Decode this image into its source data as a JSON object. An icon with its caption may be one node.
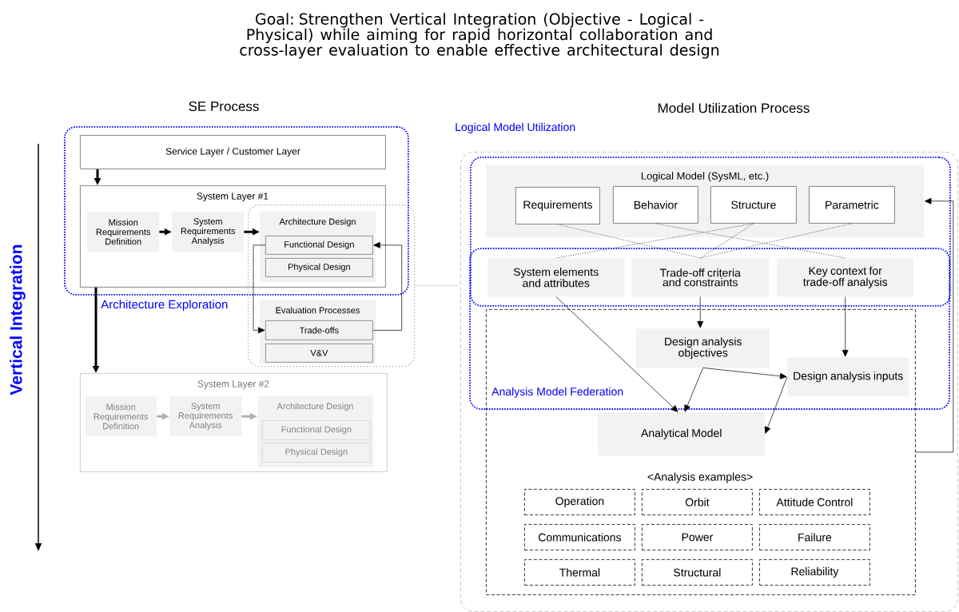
{
  "diagram": {
    "title": "Goal: Strengthen Vertical Integration (Objective - Logical - Physical) while aiming for rapid horizontal collaboration and cross-layer evaluation to enable effective architectural design",
    "nodes": [
      {
        "text": [
          "Architecture Exploration"
        ]
      },
      {
        "text": [
          "Service Layer / Customer Layer"
        ],
        "in": 0
      },
      {
        "text": [
          "System Layer #1"
        ],
        "in": 0
      },
      {
        "text": [
          "Mission Requirements Definition"
        ],
        "in": 2
      },
      {
        "text": [
          "System Requirements Analysis"
        ],
        "in": 2
      },
      {
        "text": [
          "Architecture Design"
        ]
      },
      {
        "text": [
          "Functional Design"
        ],
        "in": 5
      },
      {
        "text": [
          "Physical Design"
        ],
        "in": 5
      },
      {
        "text": [],
        "shape": "box"
      },
      {
        "text": [
          "Evaluation Processes"
        ],
        "in": 8
      },
      {
        "text": [
          "Trade-offs"
        ],
        "in": 9
      },
      {
        "text": [
          "V&V"
        ],
        "in": 9
      },
      {
        "text": [
          "System Layer #2"
        ]
      },
      {
        "text": [
          "Mission Requirements Definition"
        ],
        "in": 12
      },
      {
        "text": [
          "System Requirements Analysis"
        ],
        "in": 12
      },
      {
        "text": [
          "Architecture Design"
        ],
        "in": 12
      },
      {
        "text": [
          "Functional Design"
        ],
        "in": 15
      },
      {
        "text": [
          "Physical Design"
        ],
        "in": 15
      },
      {
        "text": [],
        "shape": "box"
      },
      {
        "text": [
          "Logical Model Utilization"
        ],
        "in": 18
      },
      {
        "text": [
          "Logical Model (SysML, etc.)"
        ],
        "in": 19
      },
      {
        "text": [
          "Requirements"
        ],
        "in": 20
      },
      {
        "text": [
          "Behavior"
        ],
        "in": 20
      },
      {
        "text": [
          "Structure"
        ],
        "in": 20
      },
      {
        "text": [
          "Parametric"
        ],
        "in": 20
      },
      {
        "text": [
          "System elements and attributes"
        ],
        "in": 19
      },
      {
        "text": [
          "Trade-off criteria and constraints"
        ],
        "in": 19
      },
      {
        "text": [
          "Key context for trade-off analysis"
        ],
        "in": 19
      },
      {
        "text": [],
        "shape": "box",
        "in": 18
      },
      {
        "text": [
          "Design analysis objectives"
        ],
        "in": 28
      },
      {
        "text": [
          "Design analysis inputs"
        ],
        "in": 28
      },
      {
        "text": [
          "Analytical Model"
        ],
        "in": 28
      },
      {
        "text": [
          "Operation"
        ],
        "in": 28
      },
      {
        "text": [
          "Orbit"
        ],
        "in": 28
      },
      {
        "text": [
          "Attitude Control"
        ],
        "in": 28
      },
      {
        "text": [
          "Communications"
        ],
        "in": 28
      },
      {
        "text": [
          "Power"
        ],
        "in": 28
      },
      {
        "text": [
          "Failure"
        ],
        "in": 28
      },
      {
        "text": [
          "Thermal"
        ],
        "in": 28
      },
      {
        "text": [
          "Structural"
        ],
        "in": 28
      },
      {
        "text": [
          "Reliability"
        ],
        "in": 28
      }
    ],
    "edges": [
      {
        "from": 1,
        "to": 2,
        "arrow": "to",
        "style": "thick"
      },
      {
        "from": 3,
        "to": 4,
        "arrow": "to",
        "style": "thick"
      },
      {
        "from": 4,
        "to": 5,
        "arrow": "to",
        "style": "thick"
      },
      {
        "from": 6,
        "to": 10,
        "arrow": "to"
      },
      {
        "from": 10,
        "to": 6,
        "arrow": "to"
      },
      {
        "from": 2,
        "to": 12,
        "arrow": "to",
        "style": "thick"
      },
      {
        "from": 13,
        "to": 14,
        "arrow": "to",
        "style": "thick",
        "color": "#b0b0b0"
      },
      {
        "from": 14,
        "to": 15,
        "arrow": "to",
        "style": "thick",
        "color": "#b0b0b0"
      },
      {
        "from": 8,
        "to": 18,
        "arrow": "none",
        "style": "dashed",
        "color": "#aaaaaa"
      },
      {
        "from": 21,
        "to": 26,
        "arrow": "none",
        "style": "dashed",
        "color": "#555555"
      },
      {
        "from": 22,
        "to": 27,
        "arrow": "none",
        "style": "dashed",
        "color": "#555555"
      },
      {
        "from": 23,
        "to": 25,
        "arrow": "none",
        "style": "dashed",
        "color": "#555555"
      },
      {
        "from": 23,
        "to": 26,
        "arrow": "none",
        "style": "dashed",
        "color": "#555555"
      },
      {
        "from": 24,
        "to": 26,
        "arrow": "none",
        "style": "dashed",
        "color": "#555555"
      },
      {
        "from": 25,
        "to": 31,
        "arrow": "to"
      },
      {
        "from": 26,
        "to": 29,
        "arrow": "to"
      },
      {
        "from": 27,
        "to": 30,
        "arrow": "to"
      },
      {
        "from": 29,
        "to": 30,
        "arrow": "to"
      },
      {
        "from": 29,
        "to": 31,
        "arrow": "to"
      },
      {
        "from": 30,
        "to": 31,
        "arrow": "to"
      },
      {
        "from": 28,
        "to": 20,
        "arrow": "to"
      }
    ],
    "labels": [
      "SE Process",
      "Model Utilization Process",
      "Vertical Integration",
      "Analysis Model Federation",
      "<Analysis examples>"
    ]
  }
}
